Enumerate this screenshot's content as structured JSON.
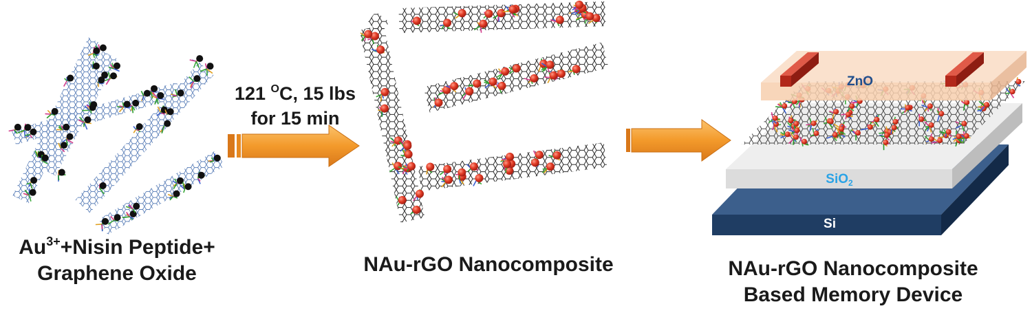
{
  "stage1": {
    "line1_main": "Au",
    "line1_sup": "3+",
    "line1_rest": "+Nisin Peptide+",
    "line2": "Graphene Oxide"
  },
  "condition": {
    "line1_main": "121 ",
    "line1_sup": "O",
    "line1_rest": "C, 15 lbs",
    "line2": "for 15 min"
  },
  "stage2": {
    "label": "NAu-rGO Nanocomposite"
  },
  "stage3": {
    "line1": "NAu-rGO Nanocomposite",
    "line2": "Based Memory Device"
  },
  "device_layers": {
    "top": "ZnO",
    "middle_main": "SiO",
    "middle_sub": "2",
    "bottom": "Si"
  },
  "colors": {
    "arrow": "#f39a2b",
    "zno": "#f7cfae",
    "electrode": "#c0392b",
    "sio2": "#dcdcdc",
    "si": "#1f3d63",
    "sheet_go": "#5b7fb8",
    "sheet_rgo": "#2a2a2a",
    "np_au3": "#111111",
    "np_au": "#d93a2a"
  }
}
